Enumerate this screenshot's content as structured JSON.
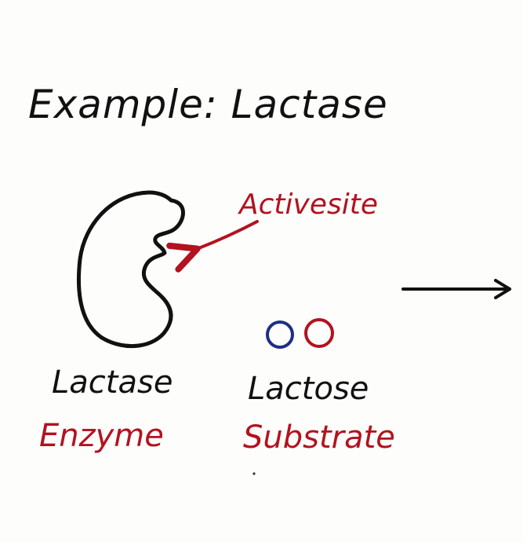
{
  "title": "Example: Lactase",
  "active_site_label": "Activesite",
  "enzyme": {
    "name": "Lactase",
    "role": "Enzyme"
  },
  "substrate": {
    "name": "Lactose",
    "role": "Substrate"
  },
  "colors": {
    "ink": "#111111",
    "red": "#b3121f",
    "blue": "#1c2f86",
    "paper": "#fdfdfc"
  }
}
